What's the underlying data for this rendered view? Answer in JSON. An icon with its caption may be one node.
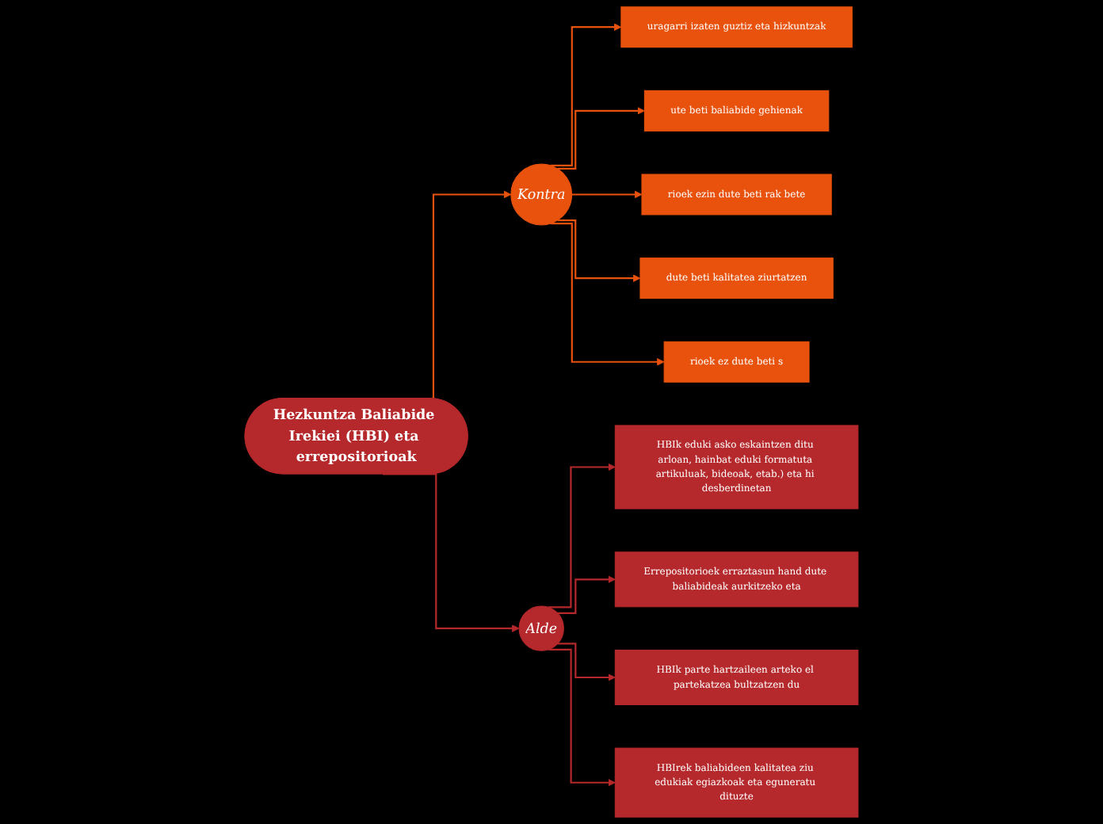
{
  "diagram": {
    "nodes": [
      {
        "text": [
          "Hezkuntza Baliabide Irekiei (HBI) eta errepositorioak"
        ]
      },
      {
        "text": [
          "Kontra"
        ]
      },
      {
        "text": [
          "uragarri izaten guztiz eta hizkuntzak"
        ]
      },
      {
        "text": [
          "ute beti baliabide gehienak"
        ]
      },
      {
        "text": [
          "rioek ezin dute beti rak bete"
        ]
      },
      {
        "text": [
          "dute beti kalitatea ziurtatzen"
        ]
      },
      {
        "text": [
          "rioek ez dute beti s"
        ]
      },
      {
        "text": [
          "Alde"
        ]
      },
      {
        "text": [
          "HBIk eduki asko eskaintzen ditu arloan, hainbat eduki formatuta artikuluak, bideoak, etab.) eta hi desberdinetan"
        ]
      },
      {
        "text": [
          "Errepositorioek erraztasun hand dute baliabideak aurkitzeko eta"
        ]
      },
      {
        "text": [
          "HBIk parte hartzaileen arteko el partekatzea bultzatzen du"
        ]
      },
      {
        "text": [
          "HBIrek baliabideen kalitatea ziu edukiak egiazkoak eta eguneratu dituzte"
        ]
      }
    ],
    "edges": [
      {
        "from": 0,
        "to": 1,
        "arrow": "to"
      },
      {
        "from": 1,
        "to": 2,
        "arrow": "to"
      },
      {
        "from": 1,
        "to": 3,
        "arrow": "to"
      },
      {
        "from": 1,
        "to": 4,
        "arrow": "to"
      },
      {
        "from": 1,
        "to": 5,
        "arrow": "to"
      },
      {
        "from": 1,
        "to": 6,
        "arrow": "to"
      },
      {
        "from": 0,
        "to": 7,
        "arrow": "to",
        "color": "#b5282b"
      },
      {
        "from": 7,
        "to": 8,
        "arrow": "to",
        "color": "#b5282b"
      },
      {
        "from": 7,
        "to": 9,
        "arrow": "to",
        "color": "#b5282b"
      },
      {
        "from": 7,
        "to": 10,
        "arrow": "to",
        "color": "#b5282b"
      },
      {
        "from": 7,
        "to": 11,
        "arrow": "to",
        "color": "#b5282b"
      }
    ]
  }
}
